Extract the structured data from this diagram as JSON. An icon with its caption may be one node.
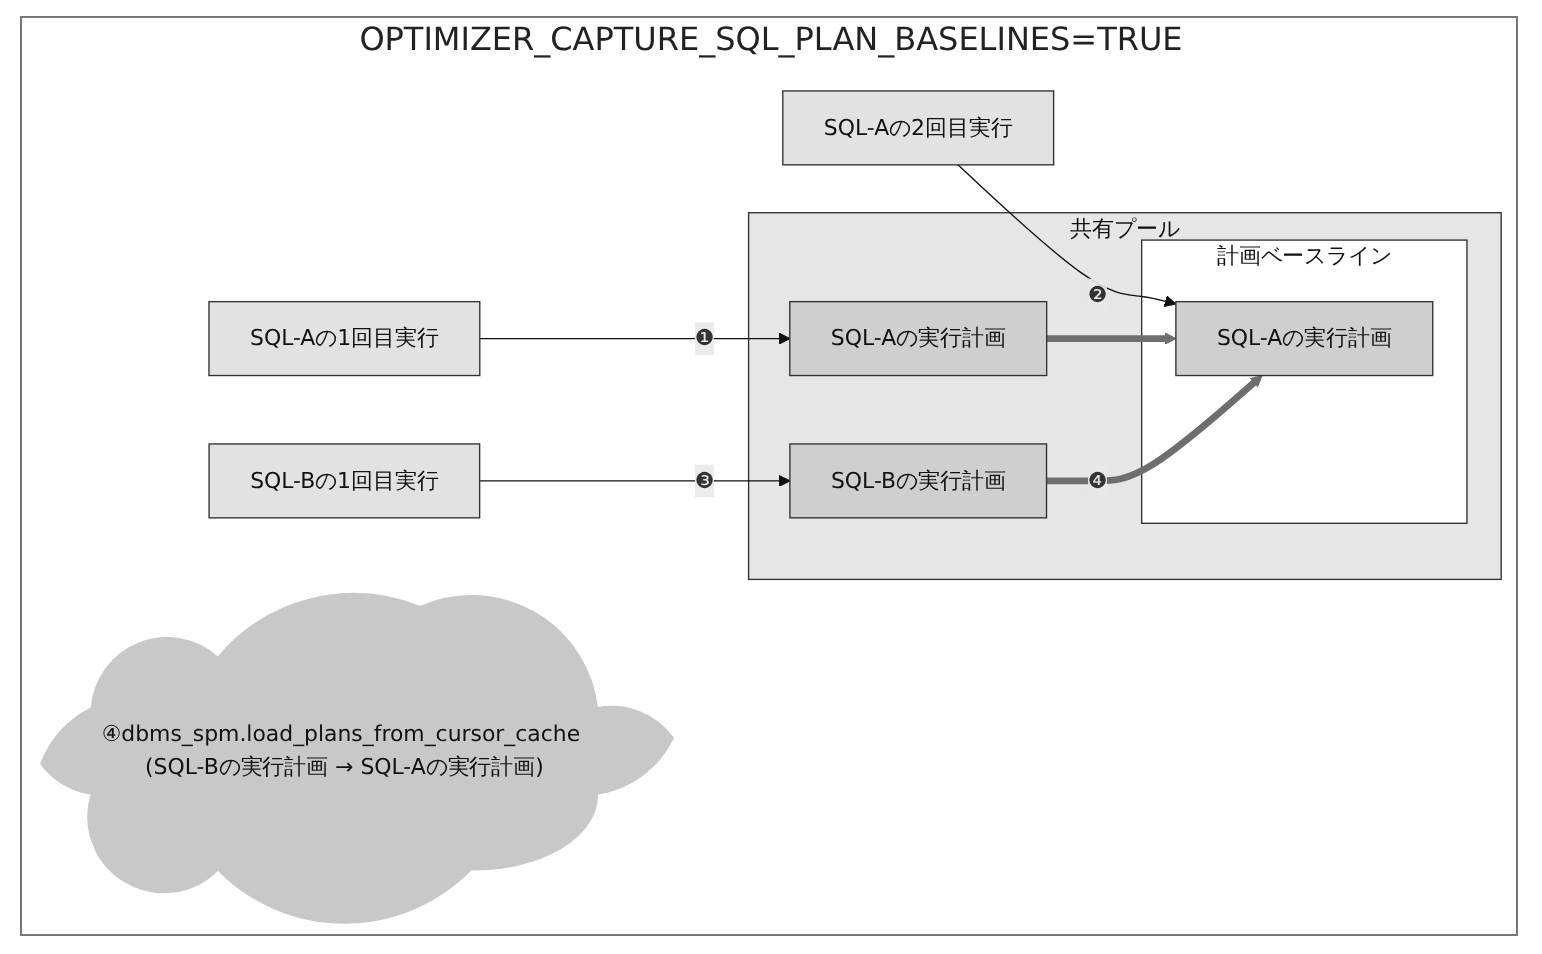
{
  "diagram": {
    "title": "OPTIMIZER_CAPTURE_SQL_PLAN_BASELINES=TRUE",
    "nodes": [
      {
        "text": [
          "共有プール"
        ]
      },
      {
        "text": [
          "SQL-Aの1回目実行"
        ]
      },
      {
        "text": [
          "SQL-Aの実行計画"
        ],
        "in": 0
      },
      {
        "text": [
          "計画ベースライン"
        ],
        "in": 0
      },
      {
        "text": [
          "SQL-Aの2回目実行"
        ]
      },
      {
        "text": [
          "SQL-Aの実行計画"
        ],
        "in": 3
      },
      {
        "text": [
          "SQL-Bの1回目実行"
        ]
      },
      {
        "text": [
          "SQL-Bの実行計画"
        ],
        "in": 0
      },
      {
        "text": [
          "④dbms_spm.load_plans_from_cursor_cache (SQL-Bの実行計画 → SQL-Aの実行計画)"
        ]
      }
    ],
    "edges": [
      {
        "from": 1,
        "to": 2,
        "arrow": "to",
        "label": "❶"
      },
      {
        "from": 4,
        "to": 5,
        "arrow": "to",
        "label": "❷"
      },
      {
        "from": 6,
        "to": 7,
        "arrow": "to",
        "label": "❸"
      },
      {
        "from": 2,
        "to": 5,
        "arrow": "to",
        "style": "thick",
        "color": "#6e6e6e"
      },
      {
        "from": 7,
        "to": 5,
        "arrow": "to",
        "label": "❹",
        "style": "thick",
        "color": "#6e6e6e"
      }
    ]
  }
}
